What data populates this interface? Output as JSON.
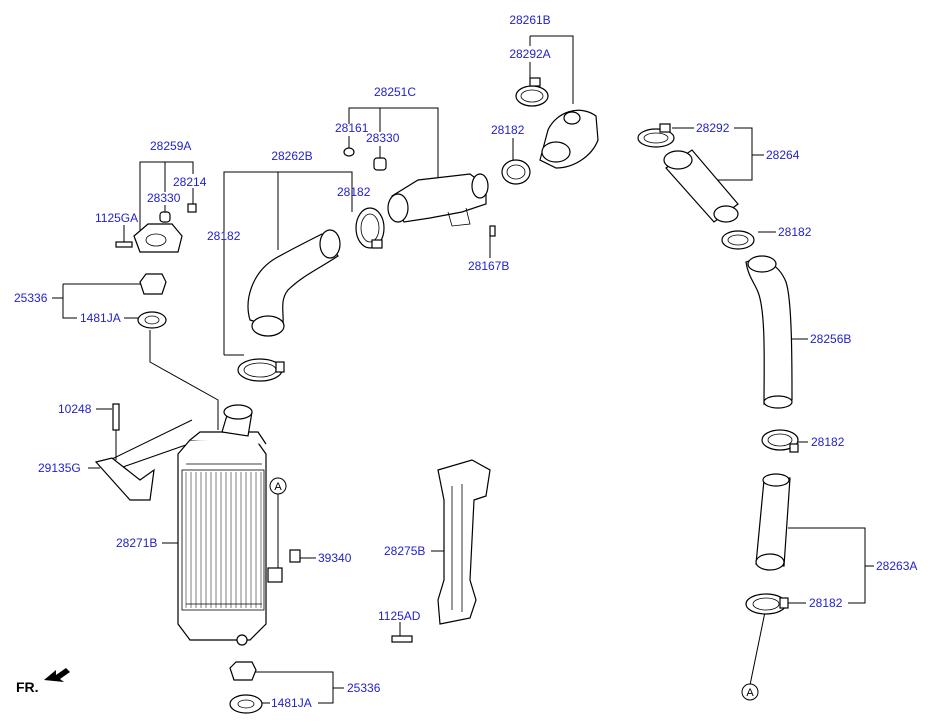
{
  "parts": [
    {
      "id": "p1",
      "text": "28261B"
    },
    {
      "id": "p2",
      "text": "28292A"
    },
    {
      "id": "p3",
      "text": "28251C"
    },
    {
      "id": "p4",
      "text": "28161"
    },
    {
      "id": "p5",
      "text": "28330"
    },
    {
      "id": "p6",
      "text": "28182"
    },
    {
      "id": "p7",
      "text": "28262B"
    },
    {
      "id": "p8",
      "text": "28182"
    },
    {
      "id": "p9",
      "text": "28182"
    },
    {
      "id": "p10",
      "text": "28167B"
    },
    {
      "id": "p11",
      "text": "28259A"
    },
    {
      "id": "p12",
      "text": "28214"
    },
    {
      "id": "p13",
      "text": "28330"
    },
    {
      "id": "p14",
      "text": "1125GA"
    },
    {
      "id": "p15",
      "text": "25336"
    },
    {
      "id": "p16",
      "text": "1481JA"
    },
    {
      "id": "p17",
      "text": "10248"
    },
    {
      "id": "p18",
      "text": "29135G"
    },
    {
      "id": "p19",
      "text": "28271B"
    },
    {
      "id": "p20",
      "text": "39340"
    },
    {
      "id": "p21",
      "text": "28275B"
    },
    {
      "id": "p22",
      "text": "1125AD"
    },
    {
      "id": "p23",
      "text": "25336"
    },
    {
      "id": "p24",
      "text": "1481JA"
    },
    {
      "id": "p25",
      "text": "28292"
    },
    {
      "id": "p26",
      "text": "28264"
    },
    {
      "id": "p27",
      "text": "28182"
    },
    {
      "id": "p28",
      "text": "28256B"
    },
    {
      "id": "p29",
      "text": "28182"
    },
    {
      "id": "p30",
      "text": "28263A"
    },
    {
      "id": "p31",
      "text": "28182"
    }
  ],
  "callouts": {
    "a1": "A",
    "a2": "A"
  },
  "orientation": {
    "label": "FR."
  }
}
